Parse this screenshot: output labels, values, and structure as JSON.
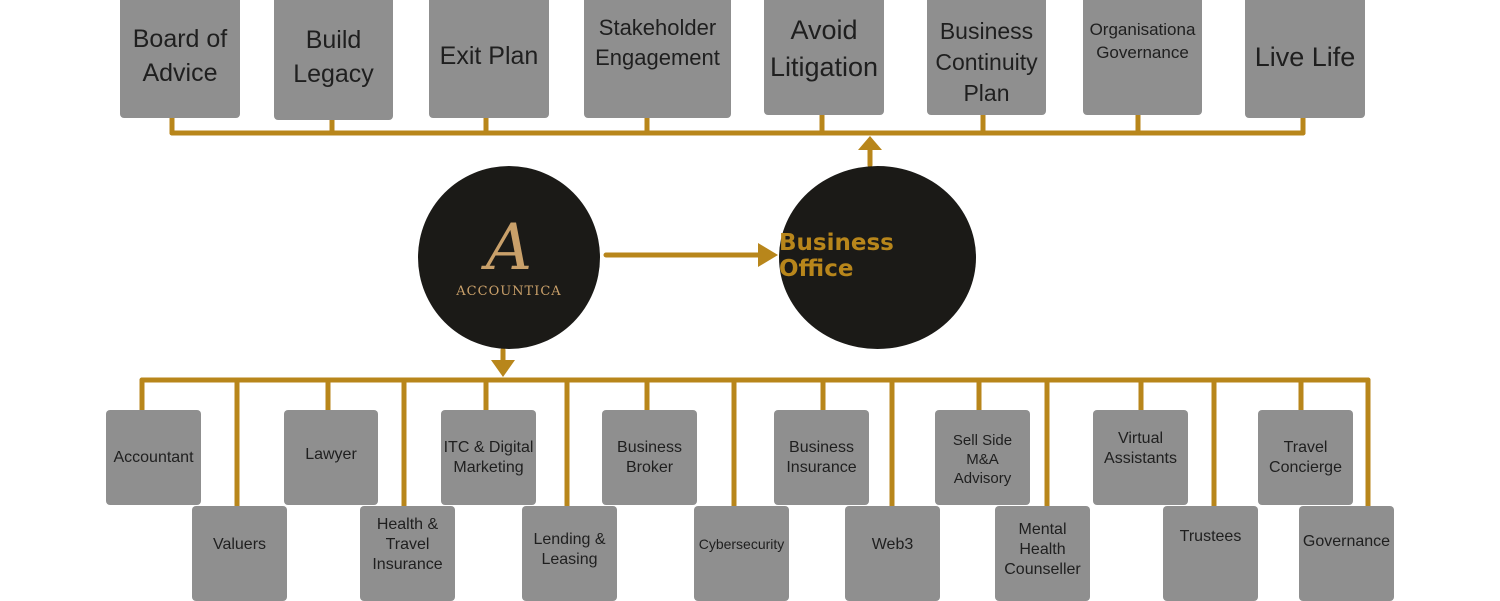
{
  "colors": {
    "accent": "#b8861b",
    "box": "#8f8f8f",
    "circle": "#1b1a17"
  },
  "top_goals": [
    "Board of Advice",
    "Build Legacy",
    "Exit Plan",
    "Stakeholder Engagement",
    "Avoid Litigation",
    "Business Continuity Plan",
    "Organisationa Governance",
    "Live Life"
  ],
  "logo": {
    "text": "ACCOUNTICA",
    "mark": "A"
  },
  "business_office": "Business Office",
  "services": [
    "Accountant",
    "Valuers",
    "Lawyer",
    "Health & Travel Insurance",
    "ITC & Digital Marketing",
    "Lending & Leasing",
    "Business Broker",
    "Cybersecurity",
    "Business Insurance",
    "Web3",
    "Sell Side M&A Advisory",
    "Mental Health Counseller",
    "Virtual Assistants",
    "Trustees",
    "Travel Concierge",
    "Governance"
  ]
}
